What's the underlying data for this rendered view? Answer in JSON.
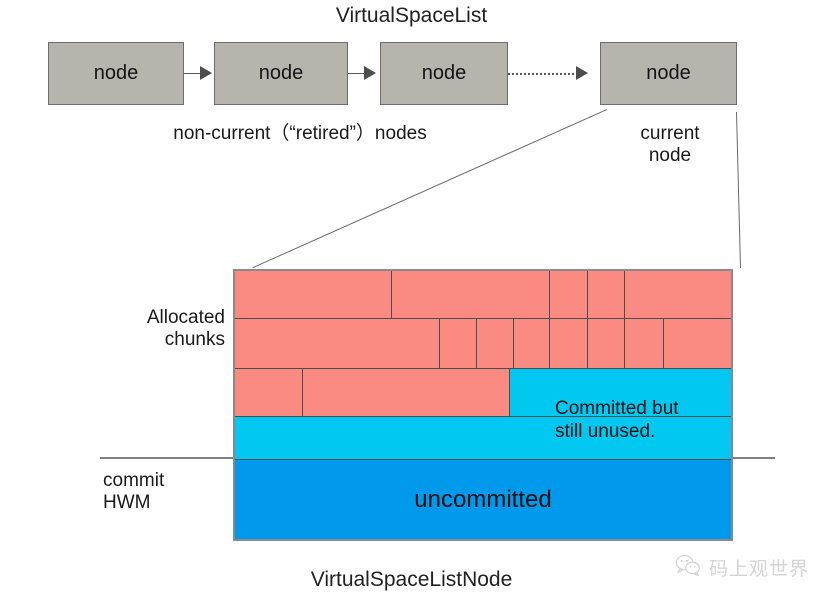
{
  "diagram": {
    "title_top": "VirtualSpaceList",
    "title_bottom": "VirtualSpaceListNode"
  },
  "list": {
    "nodes": [
      {
        "label": "node"
      },
      {
        "label": "node"
      },
      {
        "label": "node"
      },
      {
        "label": "node"
      }
    ],
    "connectors": [
      {
        "style": "solid",
        "name": "arrow-node1-node2"
      },
      {
        "style": "solid",
        "name": "arrow-node2-node3"
      },
      {
        "style": "dotted",
        "name": "arrow-node3-node4"
      }
    ],
    "caption_noncurrent": "non-current（“retired”）nodes",
    "caption_current": "current\nnode"
  },
  "chunk_diagram": {
    "label_allocated": "Allocated\nchunks",
    "label_commit_hwm": "commit\nHWM",
    "label_committed_unused": "Committed but\nstill unused.",
    "label_uncommitted": "uncommitted",
    "rows": [
      {
        "name": "allocated-chunk-row-1",
        "cells": [
          {
            "fill": "pink",
            "width": 31.6
          },
          {
            "fill": "pink",
            "width": 32.0
          },
          {
            "fill": "pink",
            "width": 7.6
          },
          {
            "fill": "pink",
            "width": 7.4
          },
          {
            "fill": "pink",
            "width": 21.4
          }
        ]
      },
      {
        "name": "allocated-chunk-row-2",
        "cells": [
          {
            "fill": "pink",
            "width": 41.4
          },
          {
            "fill": "pink",
            "width": 7.4
          },
          {
            "fill": "pink",
            "width": 7.4
          },
          {
            "fill": "pink",
            "width": 7.4
          },
          {
            "fill": "pink",
            "width": 7.6
          },
          {
            "fill": "pink",
            "width": 7.4
          },
          {
            "fill": "pink",
            "width": 7.8
          },
          {
            "fill": "pink",
            "width": 13.6
          }
        ]
      },
      {
        "name": "allocated-chunk-row-3",
        "cells": [
          {
            "fill": "pink",
            "width": 13.8
          },
          {
            "fill": "pink",
            "width": 41.6
          },
          {
            "fill": "cyan",
            "width": 44.6
          }
        ]
      }
    ],
    "colors": {
      "allocated_chunk": "#fb8a82",
      "committed_unused": "#00c8f0",
      "uncommitted": "#0099eb",
      "node_fill": "#b7b4ad",
      "border": "#4d4d4d"
    }
  },
  "watermark": {
    "text": "码上观世界",
    "icon": "wechat-bubble-icon"
  }
}
